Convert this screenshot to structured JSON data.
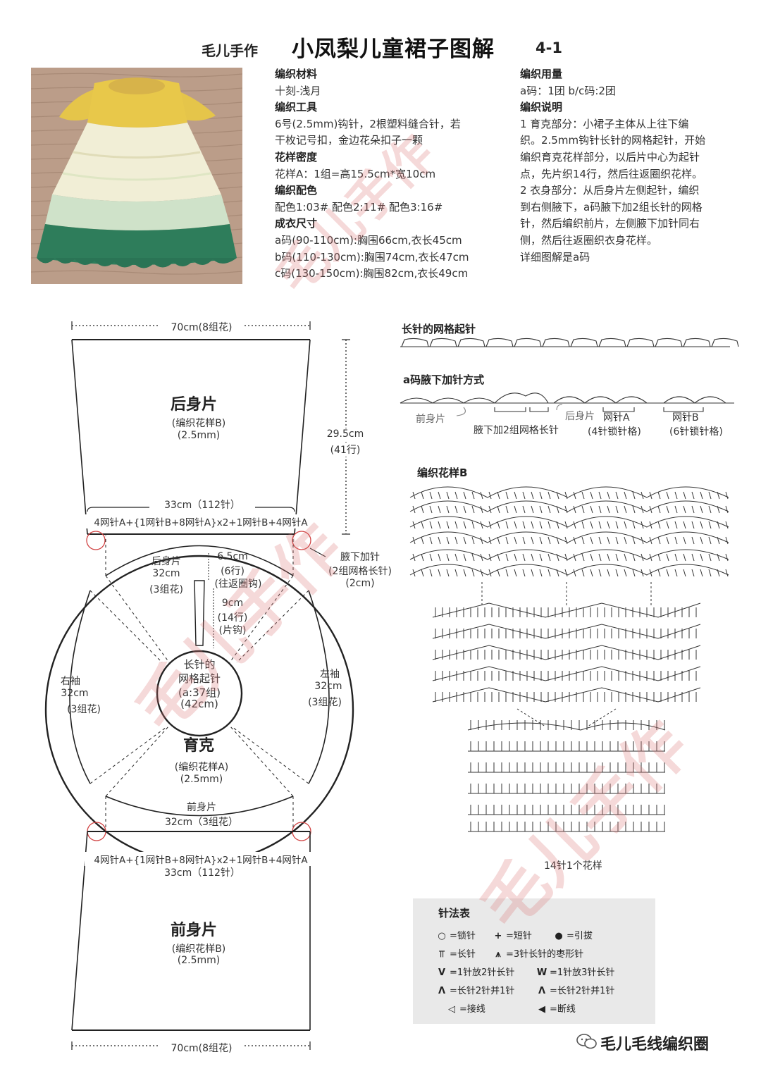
{
  "header": {
    "brand": "毛儿手作",
    "title": "小凤梨儿童裙子图解",
    "page": "4-1"
  },
  "info_left": [
    {
      "text": "编织材料",
      "bold": true
    },
    {
      "text": "十刻-浅月",
      "bold": false
    },
    {
      "text": "编织工具",
      "bold": true
    },
    {
      "text": "6号(2.5mm)钩针，2根塑料缝合针，若",
      "bold": false
    },
    {
      "text": "干枚记号扣，金边花朵扣子一颗",
      "bold": false
    },
    {
      "text": "花样密度",
      "bold": true
    },
    {
      "text": "花样A：1组=高15.5cm*宽10cm",
      "bold": false
    },
    {
      "text": "编织配色",
      "bold": true
    },
    {
      "text": "配色1:03#  配色2:11#  配色3:16#",
      "bold": false
    },
    {
      "text": "成衣尺寸",
      "bold": true
    },
    {
      "text": "a码(90-110cm):胸围66cm,衣长45cm",
      "bold": false
    },
    {
      "text": "b码(110-130cm):胸围74cm,衣长47cm",
      "bold": false
    },
    {
      "text": "c码(130-150cm):胸围82cm,衣长49cm",
      "bold": false
    }
  ],
  "info_right": [
    {
      "text": "编织用量",
      "bold": true
    },
    {
      "text": "a码：1团    b/c码:2团",
      "bold": false
    },
    {
      "text": "编织说明",
      "bold": true
    },
    {
      "text": "1  育克部分：小裙子主体从上往下编",
      "bold": false
    },
    {
      "text": "织。2.5mm钩针长针的网格起针，开始",
      "bold": false
    },
    {
      "text": "编织育克花样部分，以后片中心为起针",
      "bold": false
    },
    {
      "text": "点，先片织14行，然后往返圈织花样。",
      "bold": false
    },
    {
      "text": "2  衣身部分：从后身片左侧起针，编织",
      "bold": false
    },
    {
      "text": "到右侧腋下，a码腋下加2组长针的网格",
      "bold": false
    },
    {
      "text": "针，然后编织前片，左侧腋下加针同右",
      "bold": false
    },
    {
      "text": "侧，然后往返圈织衣身花样。",
      "bold": false
    },
    {
      "text": "详细图解是a码",
      "bold": false
    }
  ],
  "back_panel": {
    "top_width": "70cm(8组花)",
    "name": "后身片",
    "pattern": "(编织花样B)",
    "hook": "(2.5mm)",
    "height": "29.5cm",
    "rows": "(41行)",
    "bottom_width": "33cm（112针）",
    "formula": "4网针A+{1网针B+8网针A}x2+1网针B+4网针A"
  },
  "armpit": {
    "title": "腋下加针",
    "detail": "(2组网格长针)",
    "size": "(2cm)"
  },
  "yoke": {
    "back_label": "后身片",
    "back_size": "32cm",
    "back_groups": "(3组花)",
    "slit_width": "6.5cm",
    "slit_rows": "(6行)",
    "slit_method": "(往返圈钩)",
    "slit_height": "9cm",
    "slit_rows2": "(14行)",
    "slit_method2": "(片钩)",
    "center_line1": "长针的",
    "center_line2": "网格起针",
    "center_line3": "(a:37组)",
    "center_line4": "(42cm)",
    "right_sleeve": "右袖",
    "right_size": "32cm",
    "right_groups": "(3组花)",
    "left_sleeve": "左袖",
    "left_size": "32cm",
    "left_groups": "(3组花)",
    "name": "育克",
    "pattern": "(编织花样A)",
    "hook": "(2.5mm)",
    "front_label": "前身片",
    "front_size": "32cm（3组花）"
  },
  "front_panel": {
    "formula": "4网针A+{1网针B+8网针A}x2+1网针B+4网针A",
    "top_width": "33cm（112针）",
    "name": "前身片",
    "pattern": "(编织花样B)",
    "hook": "(2.5mm)",
    "bottom_width": "70cm(8组花)"
  },
  "charts": {
    "chain_title": "长针的网格起针",
    "increase_title": "a码腋下加针方式",
    "front_tag": "前身片",
    "back_tag": "后身片",
    "inc_label": "腋下加2组网格长针",
    "netA": "网针A",
    "netA_desc": "(4针锁针格)",
    "netB": "网针B",
    "netB_desc": "(6针锁针格)",
    "pattern_title": "编织花样B",
    "repeat_label": "14针1个花样"
  },
  "legend": {
    "title": "针法表",
    "items": [
      {
        "sym": "○",
        "text": "=锁针"
      },
      {
        "sym": "+",
        "text": "=短针"
      },
      {
        "sym": "●",
        "text": "=引拔"
      },
      {
        "sym": "⫪",
        "text": "=长针"
      },
      {
        "sym": "⩚",
        "text": "=3针长针的枣形针"
      },
      {
        "sym": "V",
        "text": "=1针放2针长针"
      },
      {
        "sym": "W",
        "text": "=1针放3针长针"
      },
      {
        "sym": "Λ",
        "text": "=长针2针并1针"
      },
      {
        "sym": "Λ",
        "text": "=长针2针并1针"
      },
      {
        "sym": "◁",
        "text": "=接线"
      },
      {
        "sym": "◀",
        "text": "=断线"
      }
    ]
  },
  "footer": {
    "account": "毛儿毛线编织圈"
  },
  "watermark": {
    "text": "毛儿手作"
  },
  "colors": {
    "yellow": "#e8c84a",
    "cream": "#f1eed6",
    "green": "#2e7d5b",
    "photo_bg": "#b89a86",
    "line": "#222222",
    "legend_bg": "#e9e9e9"
  }
}
